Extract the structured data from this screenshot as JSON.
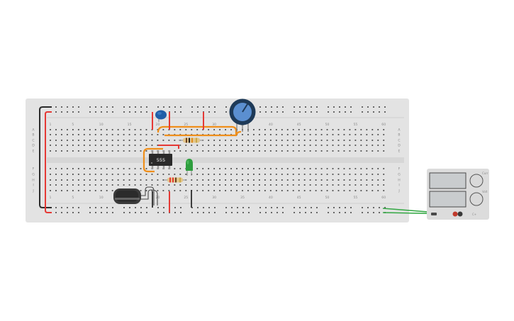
{
  "breadboard": {
    "column_numbers": [
      "1",
      "5",
      "10",
      "15",
      "20",
      "25",
      "30",
      "35",
      "40",
      "45",
      "50",
      "55",
      "60"
    ],
    "row_letters_top": [
      "A",
      "B",
      "C",
      "D",
      "E"
    ],
    "row_letters_bottom": [
      "F",
      "G",
      "H",
      "I",
      "J"
    ]
  },
  "ic": {
    "label": "555"
  },
  "power_supply": {
    "labels": [
      "Curr",
      "Volt",
      "C+"
    ]
  },
  "colors": {
    "board": "#e3e3e3",
    "hole": "#4a4a4a",
    "rail_red": "#e53935",
    "rail_black": "#2b2b2b",
    "wire_orange": "#ef8f1b",
    "wire_green": "#35a845",
    "led": "#2e9e3e",
    "potentiometer": "#5b8fd0",
    "capacitor": "#1f5fa8",
    "ic": "#2a2a2a"
  }
}
